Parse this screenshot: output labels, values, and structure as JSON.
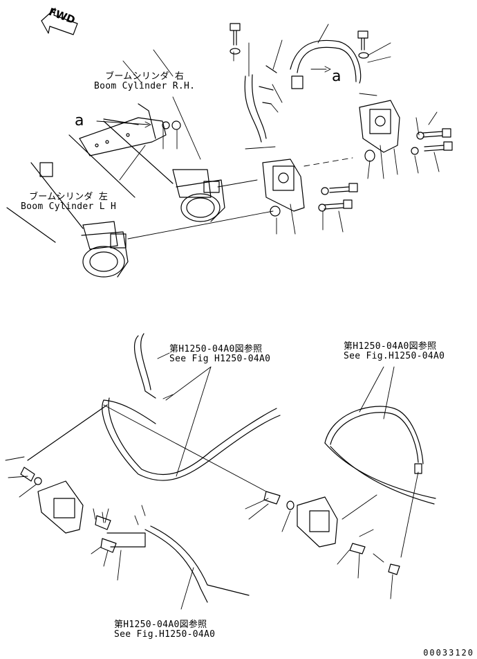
{
  "fwd_label": "FWD",
  "ref_a": "a",
  "top": {
    "boom_rh": {
      "jp": "ブームシリンダ 右",
      "en": "Boom Cylinder R.H."
    },
    "boom_lh": {
      "jp": "ブームシリンダ 左",
      "en": "Boom Cylinder L H"
    }
  },
  "bottom": {
    "ref_upper_center": {
      "jp": "第H1250-04A0図参照",
      "en": "See Fig H1250-04A0"
    },
    "ref_upper_right": {
      "jp": "第H1250-04A0図参照",
      "en": "See Fig.H1250-04A0"
    },
    "ref_lower": {
      "jp": "第H1250-04A0図参照",
      "en": "See Fig.H1250-04A0"
    }
  },
  "drawing_code": "00033120"
}
